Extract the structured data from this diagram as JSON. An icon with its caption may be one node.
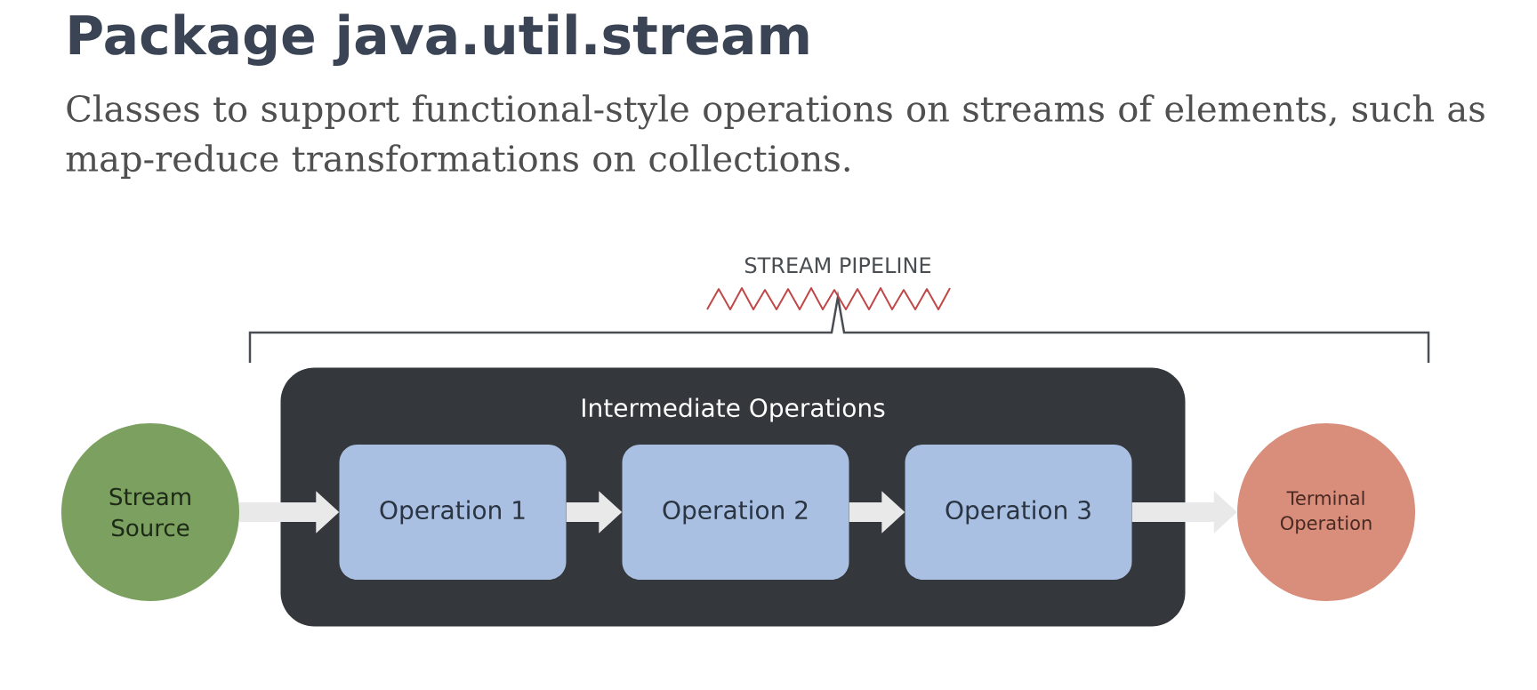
{
  "diagram": {
    "title": "Package java.util.stream",
    "caption": "Classes to support functional-style operations on streams of elements, such as map-reduce transformations on collections.",
    "nodes": [
      {
        "text": [
          "Stream Source"
        ]
      },
      {
        "text": [
          "Intermediate Operations"
        ]
      },
      {
        "text": [
          "Operation 1"
        ],
        "in": 1
      },
      {
        "text": [
          "Operation 2"
        ],
        "in": 1
      },
      {
        "text": [
          "Operation 3"
        ],
        "in": 1
      },
      {
        "text": [
          "Terminal Operation"
        ]
      }
    ],
    "edges": [
      {
        "from": 0,
        "to": 2,
        "arrow": "to"
      },
      {
        "from": 2,
        "to": 3,
        "arrow": "to"
      },
      {
        "from": 3,
        "to": 4,
        "arrow": "to"
      },
      {
        "from": 4,
        "to": 5,
        "arrow": "to"
      }
    ],
    "labels": [
      "STREAM PIPELINE"
    ]
  }
}
